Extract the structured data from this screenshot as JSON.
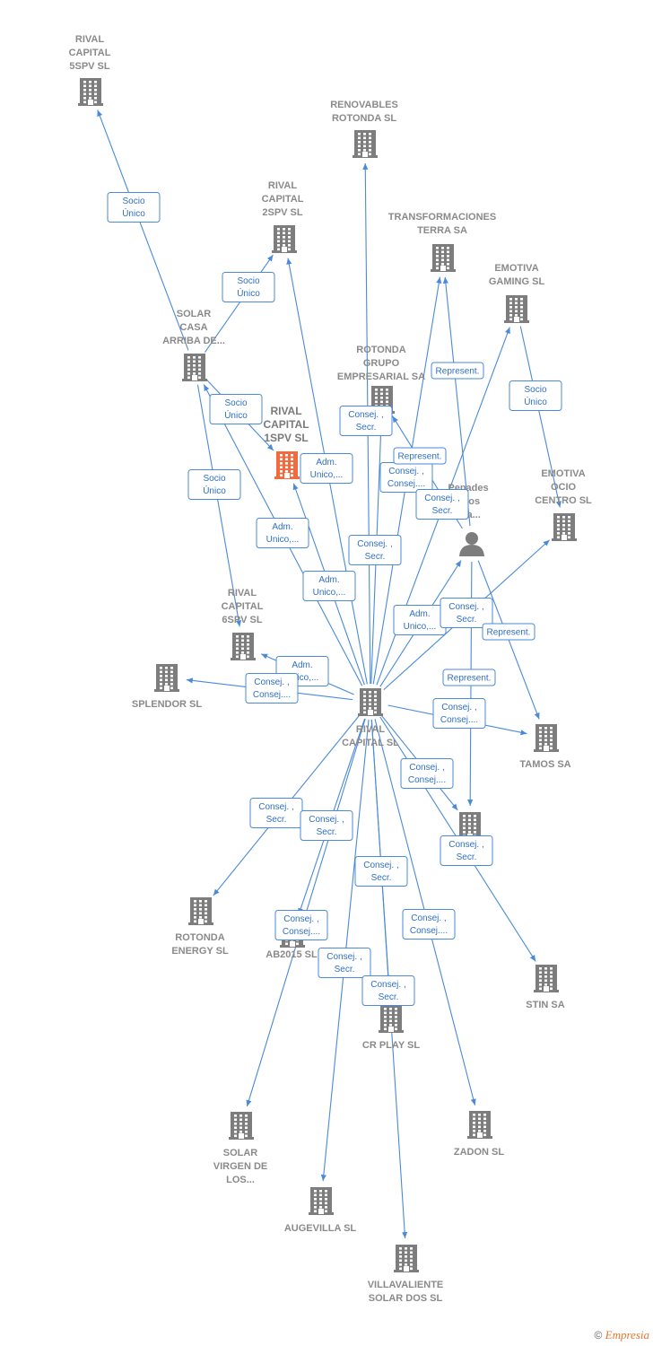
{
  "nodes": [
    {
      "id": "rival5",
      "type": "company",
      "label": [
        "RIVAL",
        "CAPITAL",
        "5SPV  SL"
      ]
    },
    {
      "id": "renovables",
      "type": "company",
      "label": [
        "RENOVABLES",
        "ROTONDA  SL"
      ]
    },
    {
      "id": "rival2",
      "type": "company",
      "label": [
        "RIVAL",
        "CAPITAL",
        "2SPV  SL"
      ]
    },
    {
      "id": "transformaciones",
      "type": "company",
      "label": [
        "TRANSFORMACIONES",
        "TERRA SA"
      ]
    },
    {
      "id": "emotiva_gaming",
      "type": "company",
      "label": [
        "EMOTIVA",
        "GAMING  SL"
      ]
    },
    {
      "id": "solar_casa",
      "type": "company",
      "label": [
        "SOLAR",
        "CASA",
        "ARRIBA DE..."
      ]
    },
    {
      "id": "rotonda_grupo",
      "type": "company",
      "label": [
        "ROTONDA",
        "GRUPO",
        "EMPRESARIAL SA"
      ]
    },
    {
      "id": "rival1",
      "type": "company",
      "highlight": true,
      "label": [
        "RIVAL",
        "CAPITAL",
        "1SPV  SL"
      ]
    },
    {
      "id": "emotiva_ocio",
      "type": "company",
      "label": [
        "EMOTIVA",
        "OCIO",
        "CENTRO  SL"
      ]
    },
    {
      "id": "person",
      "type": "person",
      "label": [
        "Penades",
        "...ros",
        "...ia..."
      ]
    },
    {
      "id": "rival6",
      "type": "company",
      "label": [
        "RIVAL",
        "CAPITAL",
        "6SPV  SL"
      ]
    },
    {
      "id": "splendor",
      "type": "company",
      "label": [
        "SPLENDOR SL"
      ]
    },
    {
      "id": "center",
      "type": "company",
      "label": [
        "RIVAL",
        "CAPITAL SL"
      ]
    },
    {
      "id": "tamos",
      "type": "company",
      "label": [
        "TAMOS SA"
      ]
    },
    {
      "id": "unnamed",
      "type": "company",
      "label": []
    },
    {
      "id": "rotonda_energy",
      "type": "company",
      "label": [
        "ROTONDA",
        "ENERGY  SL"
      ]
    },
    {
      "id": "ab2015",
      "type": "company",
      "label": [
        "AB2015  SL"
      ]
    },
    {
      "id": "stin",
      "type": "company",
      "label": [
        "STIN SA"
      ]
    },
    {
      "id": "crplay",
      "type": "company",
      "label": [
        "CR PLAY  SL"
      ]
    },
    {
      "id": "solar_virgen",
      "type": "company",
      "label": [
        "SOLAR",
        "VIRGEN DE",
        "LOS..."
      ]
    },
    {
      "id": "zadon",
      "type": "company",
      "label": [
        "ZADON  SL"
      ]
    },
    {
      "id": "augevilla",
      "type": "company",
      "label": [
        "AUGEVILLA  SL"
      ]
    },
    {
      "id": "villavaliente",
      "type": "company",
      "label": [
        "VILLAVALIENTE",
        "SOLAR DOS SL"
      ]
    }
  ],
  "edges": [
    {
      "from": "solar_casa",
      "to": "rival5",
      "label": [
        "Socio",
        "Único"
      ]
    },
    {
      "from": "solar_casa",
      "to": "rival2",
      "label": [
        "Socio",
        "Único"
      ]
    },
    {
      "from": "solar_casa",
      "to": "rival1",
      "label": [
        "Socio",
        "Único"
      ]
    },
    {
      "from": "solar_casa",
      "to": "rival6",
      "label": [
        "Socio",
        "Único"
      ]
    },
    {
      "from": "center",
      "to": "solar_casa",
      "label": [
        "Adm.",
        "Unico,..."
      ]
    },
    {
      "from": "center",
      "to": "rival1",
      "label": [
        "Adm.",
        "Unico,..."
      ]
    },
    {
      "from": "center",
      "to": "rival2",
      "label": [
        "Adm.",
        "Unico,..."
      ]
    },
    {
      "from": "center",
      "to": "renovables",
      "label": [
        "Consej. ,",
        "Secr."
      ]
    },
    {
      "from": "center",
      "to": "transformaciones",
      "label": [
        "Consej. ,",
        "Consej...."
      ]
    },
    {
      "from": "center",
      "to": "rotonda_grupo",
      "label": [
        "Consej. ,",
        "Secr."
      ]
    },
    {
      "from": "person",
      "to": "transformaciones",
      "label": [
        "Represent."
      ]
    },
    {
      "from": "person",
      "to": "rotonda_grupo",
      "label": [
        "Represent."
      ]
    },
    {
      "from": "center",
      "to": "emotiva_gaming",
      "label": [
        "Consej. ,",
        "Secr."
      ]
    },
    {
      "from": "emotiva_gaming",
      "to": "emotiva_ocio",
      "label": [
        "Socio",
        "Único"
      ]
    },
    {
      "from": "center",
      "to": "person",
      "label": [
        "Adm.",
        "Unico,..."
      ]
    },
    {
      "from": "center",
      "to": "emotiva_ocio",
      "label": [
        "Consej. ,",
        "Secr."
      ]
    },
    {
      "from": "person",
      "to": "tamos",
      "label": [
        "Represent."
      ]
    },
    {
      "from": "person",
      "to": "unnamed",
      "label": [
        "Represent."
      ]
    },
    {
      "from": "center",
      "to": "rival6",
      "label": [
        "Adm.",
        "Unico,..."
      ]
    },
    {
      "from": "center",
      "to": "splendor",
      "label": [
        "Consej. ,",
        "Consej...."
      ]
    },
    {
      "from": "center",
      "to": "tamos",
      "label": [
        "Consej. ,",
        "Consej...."
      ]
    },
    {
      "from": "center",
      "to": "unnamed",
      "label": [
        "Consej. ,",
        "Consej...."
      ]
    },
    {
      "from": "center",
      "to": "stin",
      "label": [
        "Consej. ,",
        "Secr."
      ]
    },
    {
      "from": "center",
      "to": "rotonda_energy",
      "label": [
        "Consej. ,",
        "Secr."
      ]
    },
    {
      "from": "center",
      "to": "ab2015",
      "label": [
        "Consej. ,",
        "Secr."
      ]
    },
    {
      "from": "center",
      "to": "solar_virgen",
      "label": [
        "Consej. ,",
        "Consej...."
      ]
    },
    {
      "from": "center",
      "to": "crplay",
      "label": [
        "Consej. ,",
        "Secr."
      ]
    },
    {
      "from": "center",
      "to": "augevilla",
      "label": [
        "Consej. ,",
        "Secr."
      ]
    },
    {
      "from": "center",
      "to": "villavaliente",
      "label": [
        "Consej. ,",
        "Secr."
      ]
    },
    {
      "from": "center",
      "to": "zadon",
      "label": [
        "Consej. ,",
        "Consej...."
      ]
    }
  ],
  "colors": {
    "edge": "#4a8ad8",
    "node": "#7d7d7d",
    "highlight": "#f26a3d",
    "label": "#8a8a8a"
  },
  "footer": {
    "copyright": "©",
    "brand": "Empresia"
  }
}
